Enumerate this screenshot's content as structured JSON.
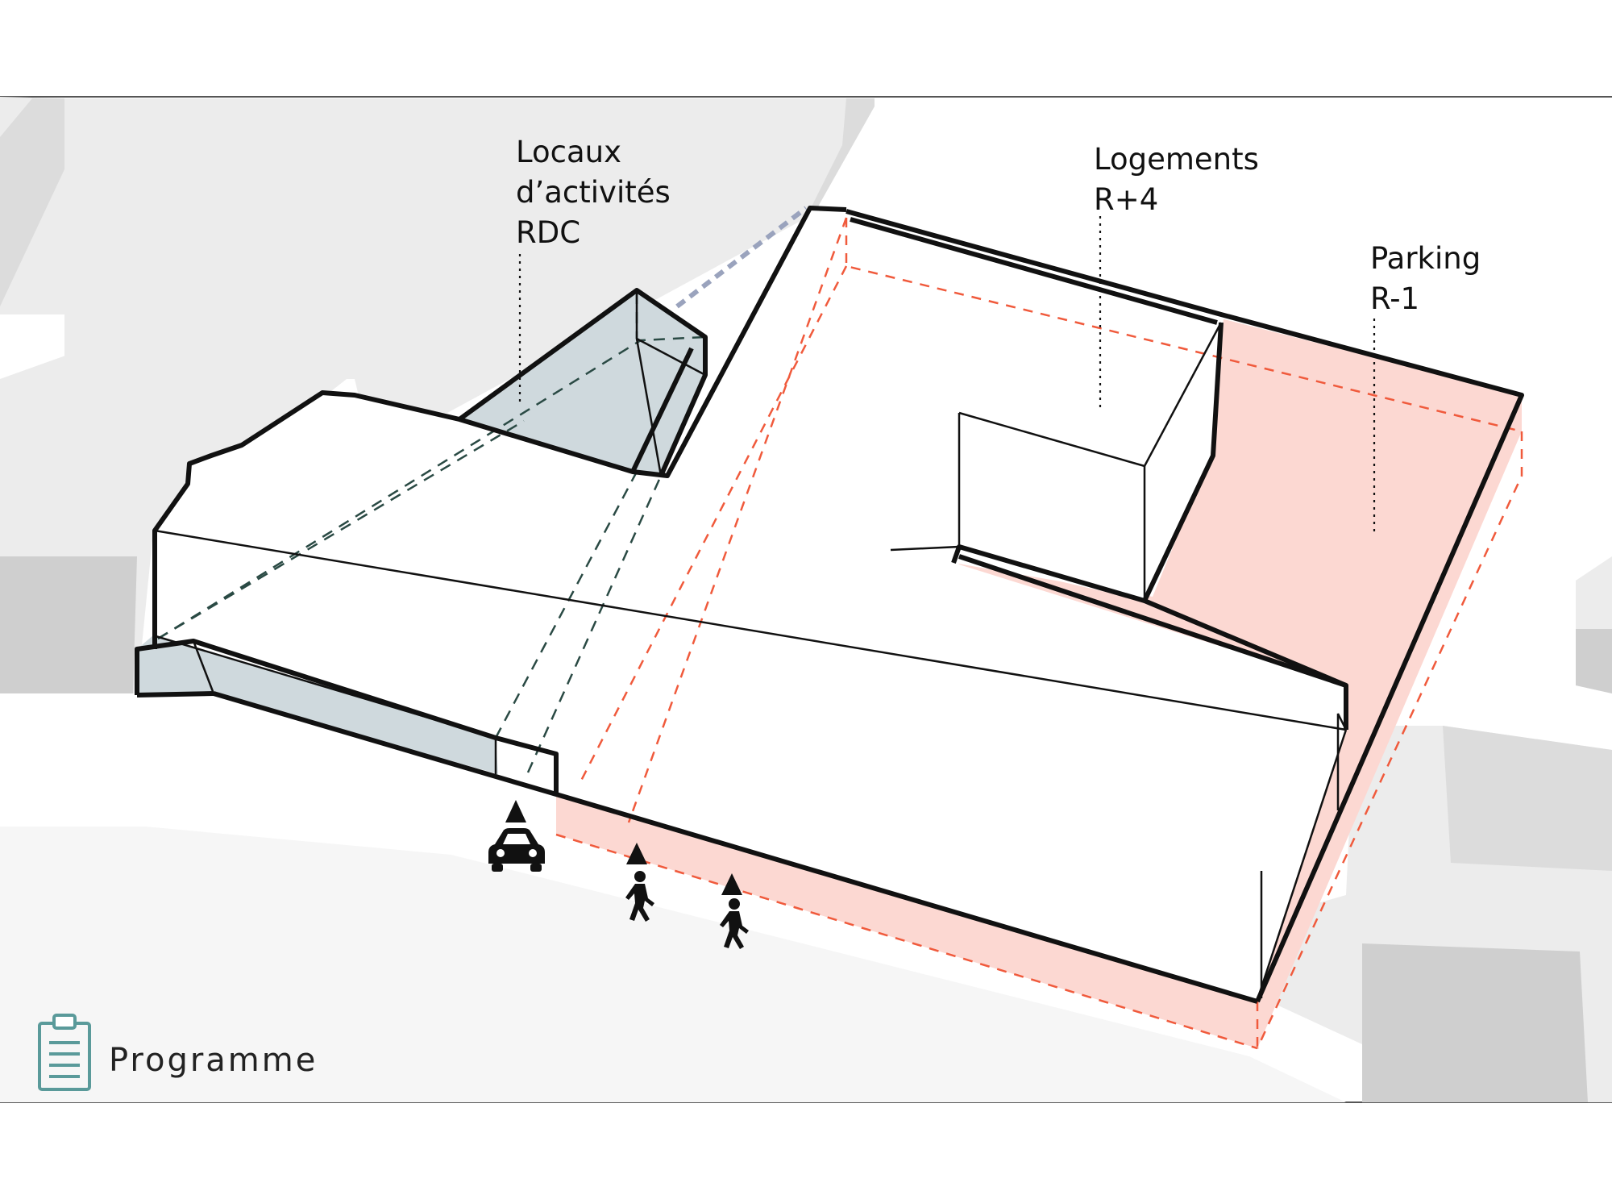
{
  "diagram": {
    "title": "Programme",
    "labels": {
      "locaux": [
        "Locaux",
        "d’activités",
        "RDC"
      ],
      "logements": [
        "Logements",
        "R+4"
      ],
      "parking": [
        "Parking",
        "R-1"
      ]
    },
    "icons": {
      "title_icon": "clipboard-icon",
      "vehicle_access": "car-icon",
      "pedestrian_access": "pedestrian-icon",
      "access_direction": "arrow-up-icon"
    },
    "colors": {
      "parking": "#fcd8d2",
      "locaux": "#cfd9dd",
      "context": "#e4e4e4",
      "dashed_red": "#f05a3c",
      "icon_teal": "#5a9a9a"
    }
  }
}
